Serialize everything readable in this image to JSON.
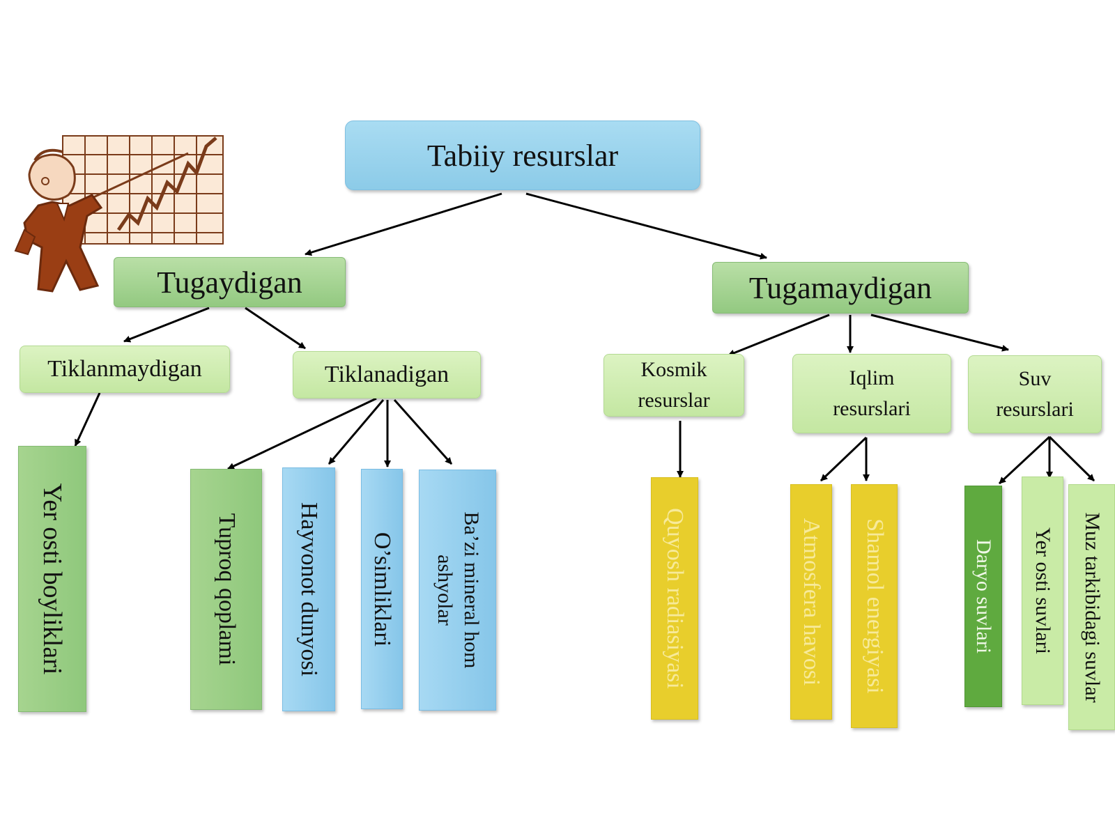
{
  "root": "Tabiiy resurslar",
  "branches": {
    "exhaustible": "Tugaydigan",
    "inexhaustible": "Tugamaydigan"
  },
  "sub": {
    "non_renewable": "Tiklanmaydigan",
    "renewable": "Tiklanadigan",
    "cosmic": [
      "Kosmik",
      "resurslar"
    ],
    "climate": [
      "Iqlim",
      "resurslari"
    ],
    "water": [
      "Suv",
      "resurslari"
    ]
  },
  "leaves": {
    "underground": "Yer osti boyliklari",
    "soil": "Tuproq qoplami",
    "fauna": "Hayvonot dunyosi",
    "flora": "O’simliklari",
    "minerals": [
      "Ba’zi mineral hom",
      "ashyolar"
    ],
    "solar": "Quyosh radiasiyasi",
    "atmosphere": "Atmosfera havosi",
    "wind": "Shamol energiyasi",
    "river": "Daryo suvlari",
    "groundwater": "Yer osti suvlari",
    "ice": "Muz tarkibidagi suvlar"
  },
  "colors": {
    "root": "#a9dcf2",
    "branch": "#a6d48f",
    "sub": "#dcf3c2",
    "blue_leaf": "#a7d9f3",
    "yellow_leaf": "#e8ce2c",
    "dark_green_leaf": "#5faa3f",
    "light_green_leaf": "#c9eba6"
  },
  "icons": {
    "illustration": "man-pointing-at-growth-chart-icon"
  }
}
